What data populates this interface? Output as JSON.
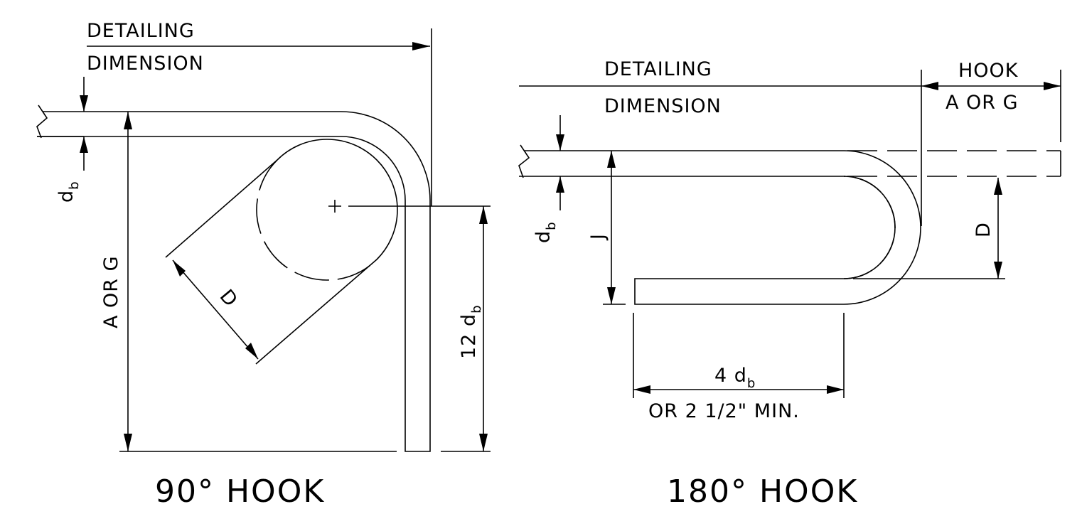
{
  "hook90": {
    "title": "90° HOOK",
    "detailing_line1": "DETAILING",
    "detailing_line2": "DIMENSION",
    "db_main": "d",
    "db_sub": "b",
    "a_or_g": "A OR G",
    "d_label": "D",
    "twelve_db_prefix": "12 d",
    "twelve_db_sub": "b"
  },
  "hook180": {
    "title": "180° HOOK",
    "detailing_line1": "DETAILING",
    "detailing_line2": "DIMENSION",
    "hook_line1": "HOOK",
    "hook_line2": "A OR G",
    "db_main": "d",
    "db_sub": "b",
    "j_label": "J",
    "d_label": "D",
    "four_db_prefix": "4 d",
    "four_db_sub": "b",
    "min_label": "OR 2 1/2\" MIN."
  }
}
